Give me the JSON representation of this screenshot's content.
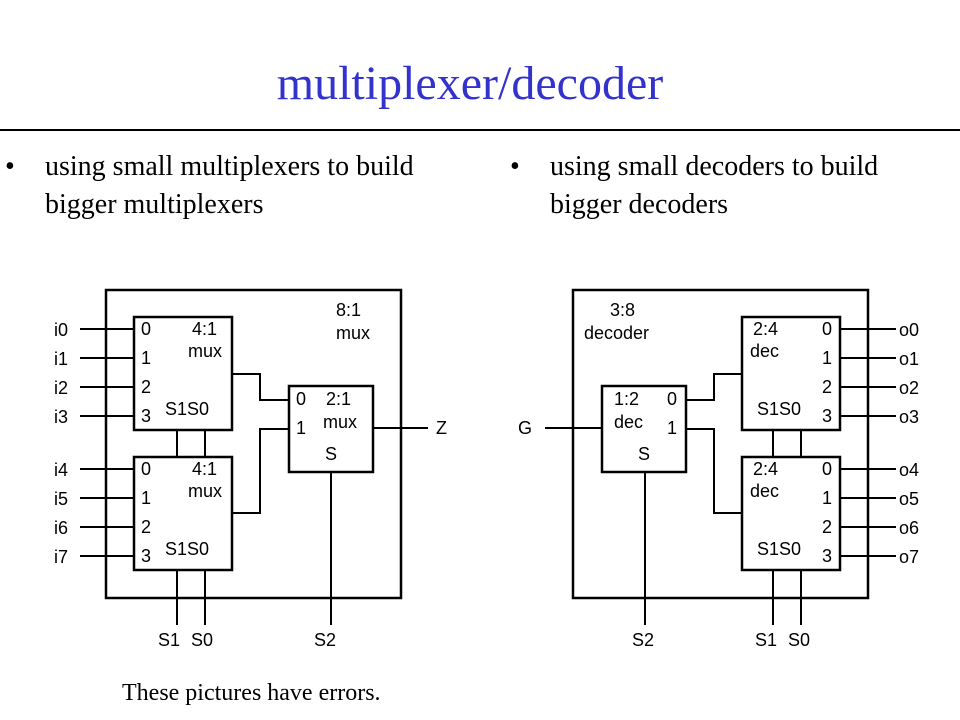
{
  "slide": {
    "title": "multiplexer/decoder",
    "bullets": [
      {
        "symbol": "•",
        "line1": "using small multiplexers to build",
        "line2": "bigger multiplexers"
      },
      {
        "symbol": "•",
        "line1": "using small decoders to build",
        "line2": "bigger decoders"
      }
    ],
    "caption": "These pictures have errors."
  },
  "mux_diagram": {
    "outer_label_1": "8:1",
    "outer_label_2": "mux",
    "inputs": [
      "i0",
      "i1",
      "i2",
      "i3",
      "i4",
      "i5",
      "i6",
      "i7"
    ],
    "top_mux": {
      "ratio": "4:1",
      "kind": "mux",
      "ports": [
        "0",
        "1",
        "2",
        "3"
      ],
      "selects": "S1S0"
    },
    "bottom_mux": {
      "ratio": "4:1",
      "kind": "mux",
      "ports": [
        "0",
        "1",
        "2",
        "3"
      ],
      "selects": "S1S0"
    },
    "final_mux": {
      "ratio": "2:1",
      "kind": "mux",
      "ports": [
        "0",
        "1"
      ],
      "select": "S"
    },
    "output": "Z",
    "select_pins": [
      "S1",
      "S0",
      "S2"
    ]
  },
  "decoder_diagram": {
    "outer_label_1": "3:8",
    "outer_label_2": "decoder",
    "enable": "G",
    "small_dec": {
      "ratio": "1:2",
      "kind": "dec",
      "ports": [
        "0",
        "1"
      ],
      "select": "S"
    },
    "top_dec": {
      "ratio": "2:4",
      "kind": "dec",
      "ports": [
        "0",
        "1",
        "2",
        "3"
      ],
      "selects": "S1S0"
    },
    "bottom_dec": {
      "ratio": "2:4",
      "kind": "dec",
      "ports": [
        "0",
        "1",
        "2",
        "3"
      ],
      "selects": "S1S0"
    },
    "outputs": [
      "o0",
      "o1",
      "o2",
      "o3",
      "o4",
      "o5",
      "o6",
      "o7"
    ],
    "select_pins": [
      "S2",
      "S1",
      "S0"
    ]
  }
}
